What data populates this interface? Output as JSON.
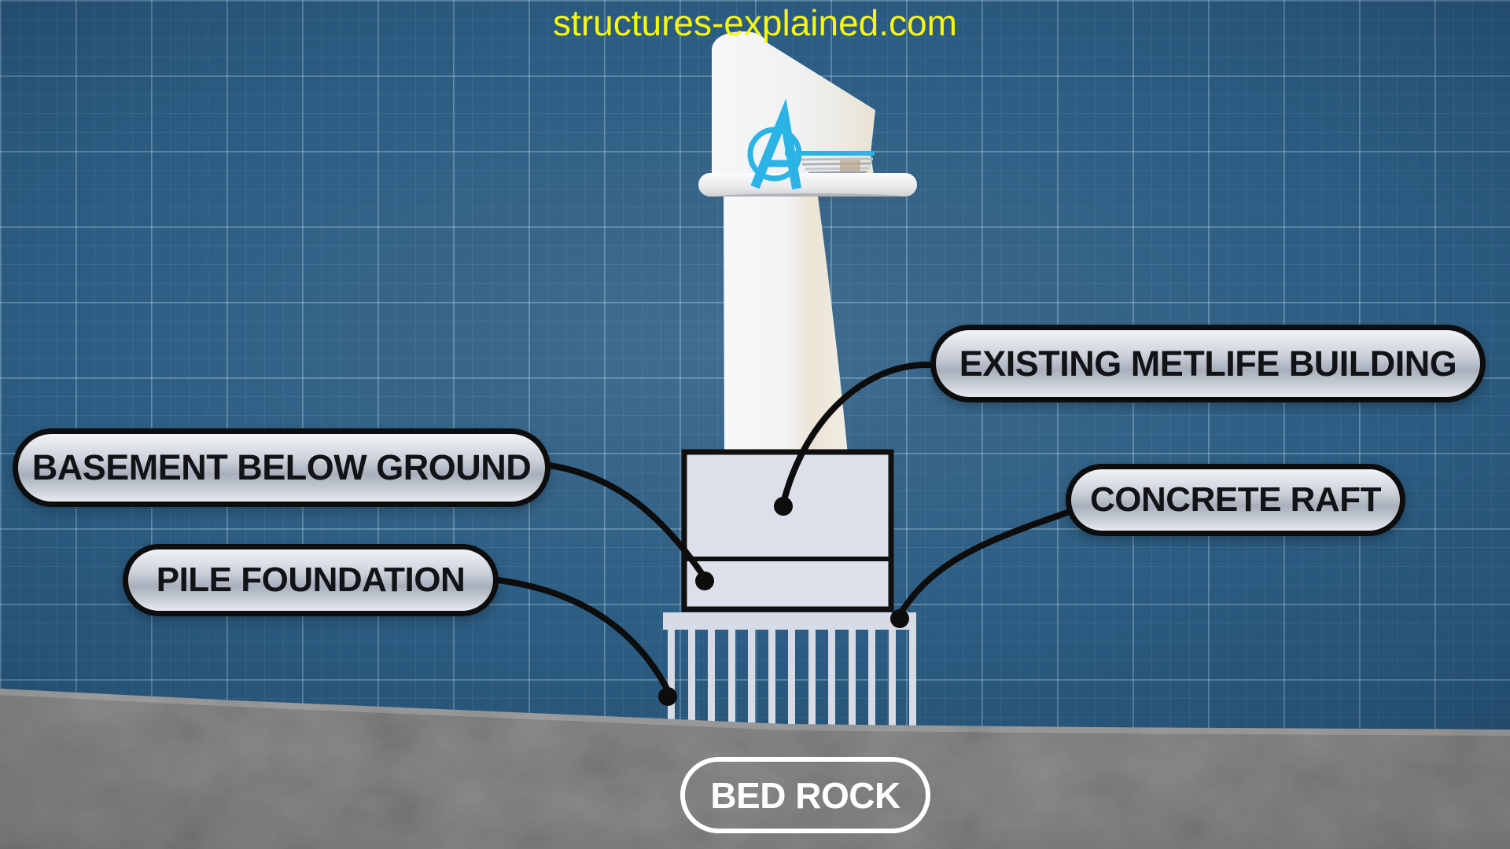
{
  "title": {
    "text": "structures-explained.com"
  },
  "labels": {
    "existing_metlife": "EXISTING METLIFE BUILDING",
    "basement": "BASEMENT BELOW GROUND",
    "pile": "PILE FOUNDATION",
    "concrete_raft": "CONCRETE RAFT",
    "bed_rock": "BED ROCK"
  },
  "diagram": {
    "subject": "avengers-tower-foundation",
    "pile_count": 13,
    "logo": "avengers-a-logo"
  },
  "colors": {
    "background_blue": "#2c5d83",
    "accent_cyan": "#2bb3e6",
    "title_yellow": "#f6f70a",
    "label_fill_gray": "#c0c6d0",
    "structure_gray": "#dbe0ea",
    "rock_gray": "#989898",
    "connector_black": "#0d0d0d"
  }
}
